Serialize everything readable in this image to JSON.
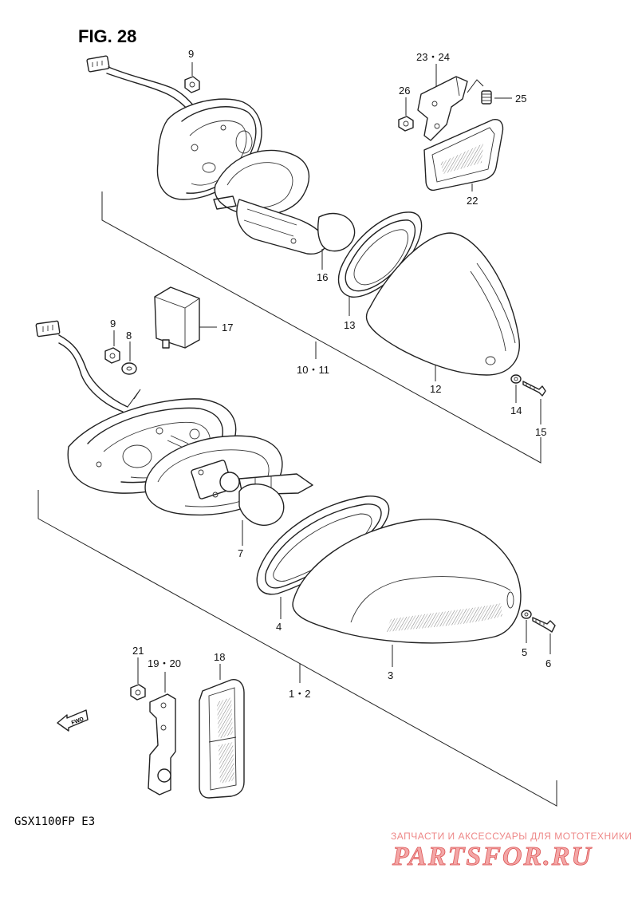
{
  "figure": {
    "title": "FIG. 28",
    "model": "GSX1100FP  E3",
    "fwd_arrow": "FWD"
  },
  "callouts": {
    "c9_top": "9",
    "c23_24": "23・24",
    "c26": "26",
    "c25": "25",
    "c22": "22",
    "c16": "16",
    "c13": "13",
    "c17": "17",
    "c9_mid": "9",
    "c8": "8",
    "c10_11": "10・11",
    "c12": "12",
    "c14": "14",
    "c15": "15",
    "c7": "7",
    "c4": "4",
    "c3": "3",
    "c5": "5",
    "c6": "6",
    "c21": "21",
    "c19_20": "19・20",
    "c18": "18",
    "c1_2": "1・2"
  },
  "watermark": {
    "tagline": "ЗАПЧАСТИ И АКСЕССУАРЫ ДЛЯ МОТОТЕХНИКИ",
    "logo": "PARTSFOR.RU"
  },
  "colors": {
    "line": "#222222",
    "watermark": "#e88888"
  }
}
